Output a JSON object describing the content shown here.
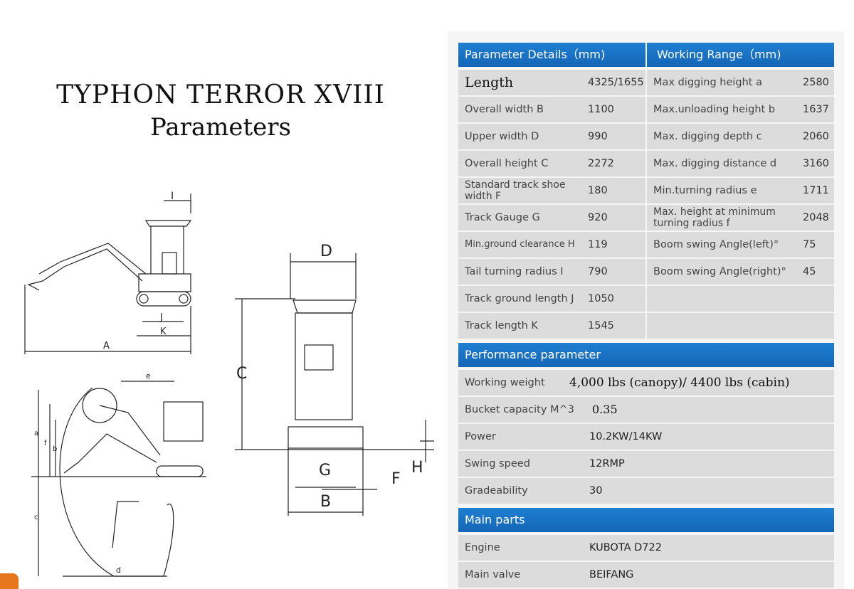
{
  "title": {
    "line1": "TYPHON TERROR XVIII",
    "line2": "Parameters"
  },
  "diagram_labels": {
    "side_view": [
      "I",
      "J",
      "K",
      "A"
    ],
    "front_view": [
      "D",
      "C",
      "G",
      "B",
      "F",
      "H"
    ],
    "range_view": [
      "e",
      "a",
      "b",
      "f",
      "c",
      "d"
    ]
  },
  "table": {
    "header_left": "Parameter Details（mm)",
    "header_right": "Working Range（mm)",
    "rows": [
      {
        "label": "Length",
        "value": "4325/1655",
        "range_label": "Max digging height a",
        "range_value": "2580"
      },
      {
        "label": "Overall width B",
        "value": "1100",
        "range_label": "Max.unloading height b",
        "range_value": "1637"
      },
      {
        "label": "Upper width D",
        "value": "990",
        "range_label": "Max. digging depth c",
        "range_value": "2060"
      },
      {
        "label": "Overall height C",
        "value": "2272",
        "range_label": "Max. digging distance d",
        "range_value": "3160"
      },
      {
        "label_line1": "Standard track shoe",
        "label_line2": "width F",
        "value": "180",
        "range_label": "Min.turning radius e",
        "range_value": "1711"
      },
      {
        "label": "Track Gauge G",
        "value": "920",
        "range_label_line1": "Max. height at minimum",
        "range_label_line2": "turning radius f",
        "range_value": "2048"
      },
      {
        "label": "Min.ground clearance H",
        "value": "119",
        "range_label": "Boom swing Angle(left)°",
        "range_value": "75"
      },
      {
        "label": "Tail turning radius I",
        "value": "790",
        "range_label": "Boom swing Angle(right)°",
        "range_value": "45"
      },
      {
        "label": "Track ground length J",
        "value": "1050",
        "range_label": "",
        "range_value": ""
      },
      {
        "label": "Track length K",
        "value": "1545",
        "range_label": "",
        "range_value": ""
      }
    ]
  },
  "performance": {
    "header": "Performance parameter",
    "rows": [
      {
        "label": "Working weight",
        "value": "4,000 lbs (canopy)/ 4400 lbs (cabin)"
      },
      {
        "label": "Bucket capacity M^3",
        "value": "0.35"
      },
      {
        "label": "Power",
        "value": "10.2KW/14KW"
      },
      {
        "label": "Swing speed",
        "value": "12RMP"
      },
      {
        "label": "Gradeability",
        "value": "30"
      }
    ]
  },
  "main_parts": {
    "header": "Main parts",
    "rows": [
      {
        "label": "Engine",
        "value": "KUBOTA D722"
      },
      {
        "label": "Main valve",
        "value": "BEIFANG"
      }
    ]
  },
  "colors": {
    "header_blue": "#1a73c8",
    "row_gray": "#dcdcdc",
    "accent_orange": "#e8761c"
  }
}
